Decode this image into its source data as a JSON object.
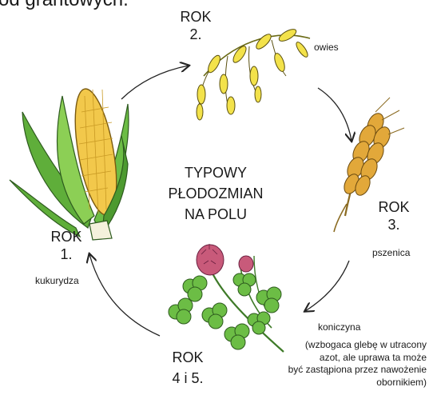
{
  "heading_fragment": "od grantowych.",
  "diagram": {
    "center_title": [
      "TYPOWY",
      "PŁODOZMIAN",
      "NA POLU"
    ],
    "stages": [
      {
        "year_line1": "ROK",
        "year_line2": "1.",
        "crop": "kukurydza",
        "icon": "corn-illustration"
      },
      {
        "year_line1": "ROK",
        "year_line2": "2.",
        "crop": "owies",
        "icon": "oat-illustration"
      },
      {
        "year_line1": "ROK",
        "year_line2": "3.",
        "crop": "pszenica",
        "icon": "wheat-illustration"
      },
      {
        "year_line1": "ROK",
        "year_line2": "4 i 5.",
        "crop": "koniczyna",
        "icon": "clover-illustration",
        "note": [
          "(wzbogaca glebę w utracony",
          "azot, ale uprawa ta może",
          "być zastąpiona przez nawożenie",
          "obornikiem)"
        ]
      }
    ],
    "colors": {
      "leaf_green": "#5fae3a",
      "corn_yellow": "#f2c84b",
      "oat_yellow": "#f3e24a",
      "wheat_gold": "#e2a83a",
      "clover_pink": "#c85a7a",
      "arrow": "#222222"
    }
  }
}
